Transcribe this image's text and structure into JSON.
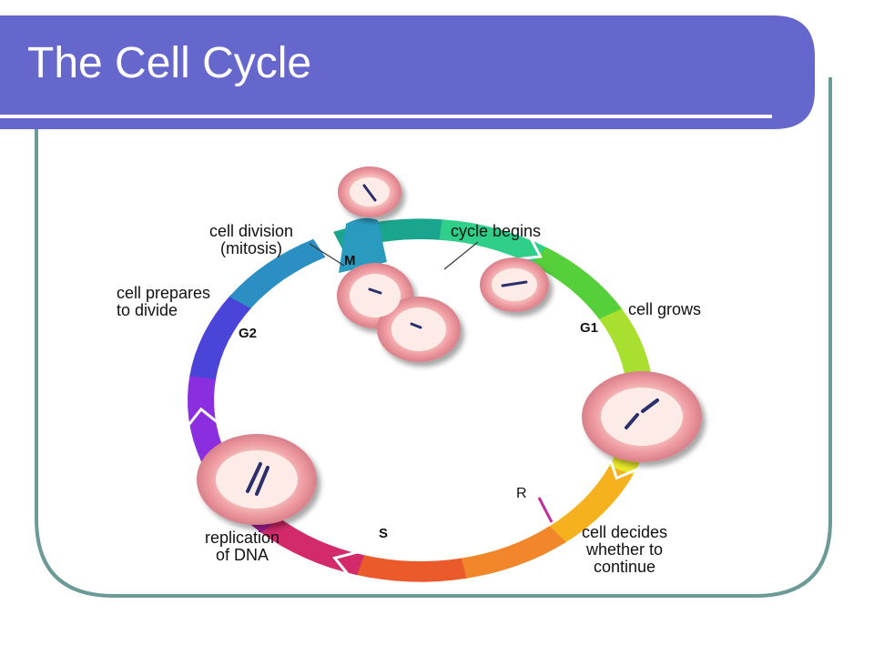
{
  "slide": {
    "title": "The Cell Cycle",
    "colors": {
      "title_bar": "#6667cc",
      "frame": "#6b9a97"
    }
  },
  "diagram": {
    "phases": {
      "m": "M",
      "g1": "G1",
      "s": "S",
      "g2": "G2",
      "r": "R"
    },
    "labels": {
      "cell_division_1": "cell division",
      "cell_division_2": "(mitosis)",
      "cycle_begins": "cycle begins",
      "cell_grows": "cell grows",
      "cell_prepares_1": "cell prepares",
      "cell_prepares_2": "to divide",
      "replication_1": "replication",
      "replication_2": "of DNA",
      "decides_1": "cell decides",
      "decides_2": "whether to",
      "decides_3": "continue"
    },
    "ring_colors": [
      "#1aa58f",
      "#2fcf8a",
      "#55cf3a",
      "#a9e030",
      "#e8e82a",
      "#f6b21e",
      "#f2862a",
      "#ea5a2a",
      "#d22a6a",
      "#a81d9e",
      "#8a2ee0",
      "#4a45d8",
      "#2b8fc4"
    ],
    "checkpoint_color": "#c0309a"
  }
}
